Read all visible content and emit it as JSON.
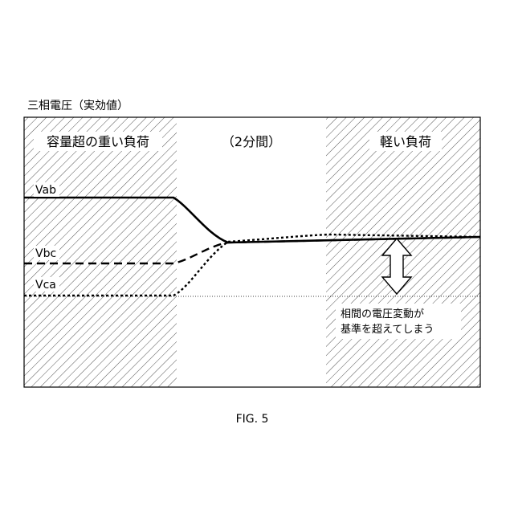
{
  "chart_data": {
    "type": "line",
    "title": "三相電圧（実効値）",
    "caption": "FIG. 5",
    "regions": [
      {
        "label": "容量超の重い負荷",
        "hatched": true
      },
      {
        "label": "（2分間）",
        "hatched": false
      },
      {
        "label": "軽い負荷",
        "hatched": true
      }
    ],
    "series": [
      {
        "name": "Vab",
        "style": "solid"
      },
      {
        "name": "Vbc",
        "style": "dashed"
      },
      {
        "name": "Vca",
        "style": "dotted"
      }
    ],
    "annotation": {
      "line1": "相間の電圧変動が",
      "line2": "基準を超えてしまう"
    },
    "colors": {
      "line": "#000000",
      "hatch": "#555555",
      "background": "#ffffff"
    }
  }
}
